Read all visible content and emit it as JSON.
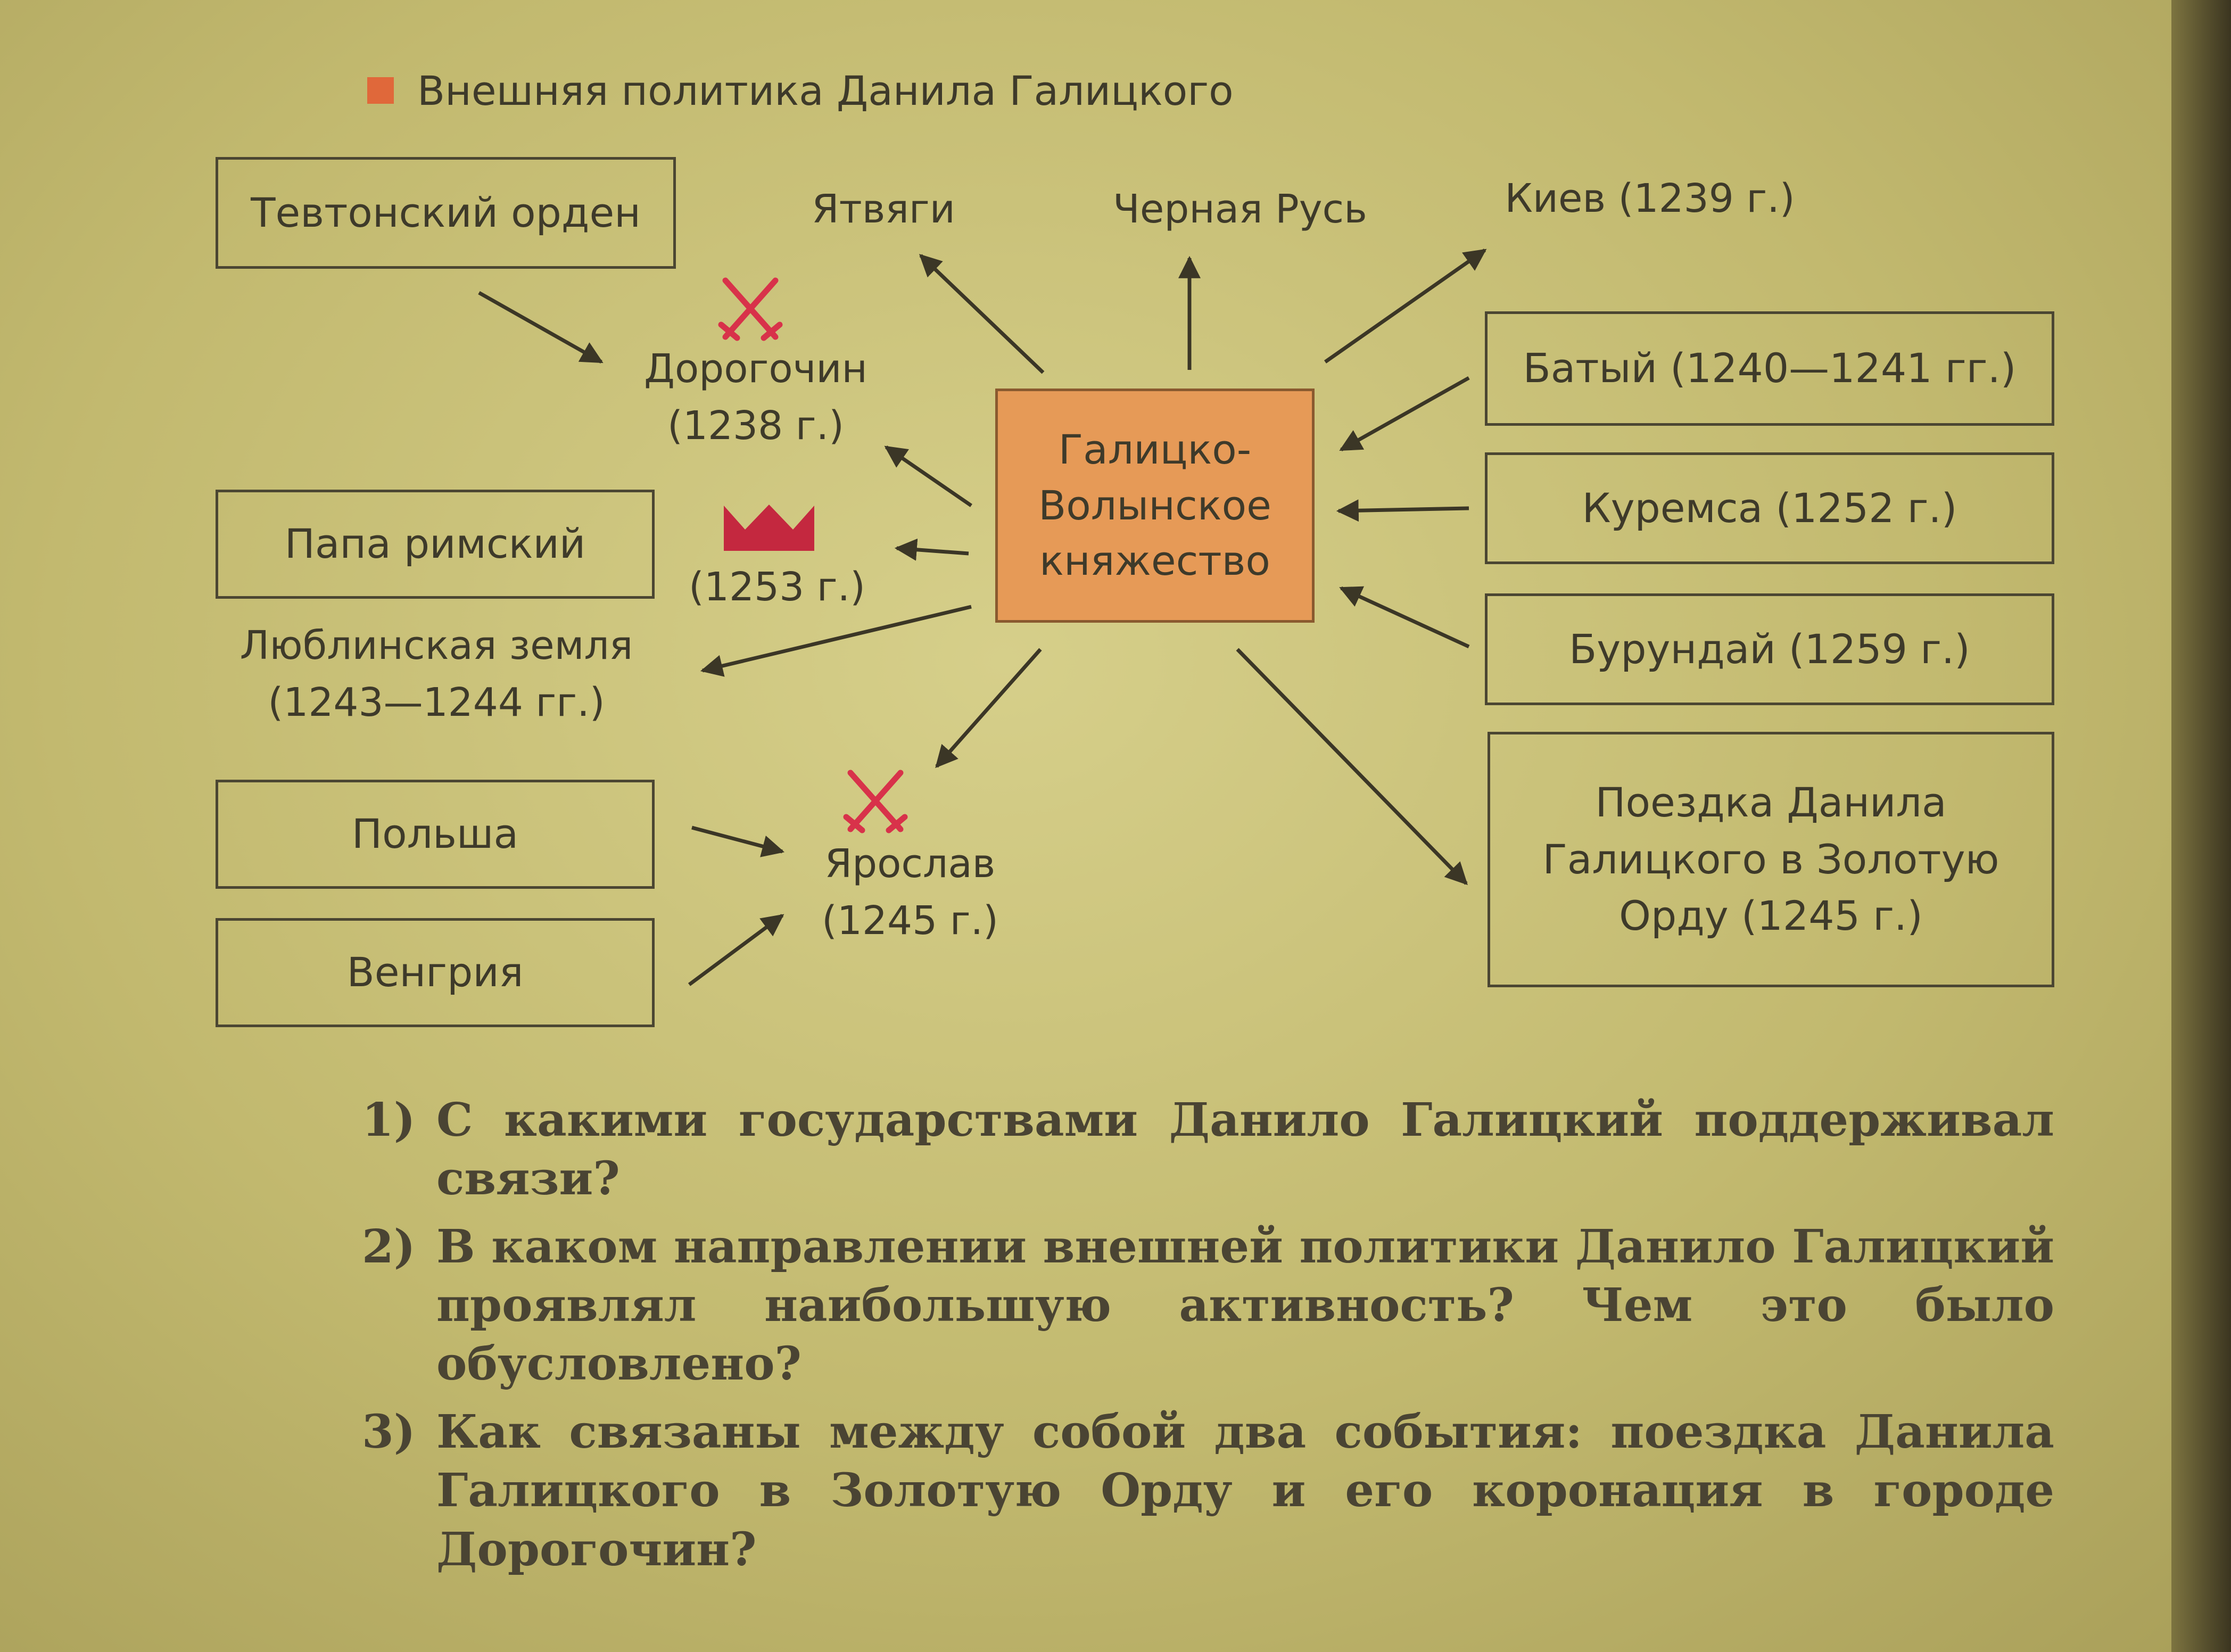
{
  "title": "Внешняя политика Данила Галицкого",
  "center": {
    "line1": "Галицко-",
    "line2": "Волынское",
    "line3": "княжество"
  },
  "boxes": {
    "teutonic": "Тевтонский орден",
    "pope": "Папа римский",
    "poland": "Польша",
    "hungary": "Венгрия",
    "batu": "Батый (1240—1241 гг.)",
    "kuremsa": "Куремса (1252 г.)",
    "burunday": "Бурундай (1259 г.)",
    "trip": {
      "line1": "Поездка Данила",
      "line2": "Галицкого в Золотую",
      "line3": "Орду (1245 г.)"
    }
  },
  "labels": {
    "yatvyagi": "Ятвяги",
    "black_rus": "Черная Русь",
    "kiev": "Киев (1239 г.)",
    "dorogochin": {
      "name": "Дорогочин",
      "year": "(1238 г.)"
    },
    "coronation": {
      "year": "(1253 г.)"
    },
    "lublin": {
      "name": "Люблинская земля",
      "years": "(1243—1244 гг.)"
    },
    "yaroslav": {
      "name": "Ярослав",
      "year": "(1245 г.)"
    }
  },
  "icons": {
    "battle": "crossed-swords-icon",
    "crown": "crown-icon",
    "battle_color": "#d8324a",
    "crown_color": "#c4283f",
    "accent": "#e0683a"
  },
  "questions": [
    {
      "num": "1)",
      "text": "С какими государствами Данило Галицкий поддерживал связи?"
    },
    {
      "num": "2)",
      "text": "В каком направлении внешней политики Данило Галицкий проявлял наибольшую активность? Чем это было обусловлено?"
    },
    {
      "num": "3)",
      "text": "Как связаны между собой два события: поездка Данила Галицкого в Золотую Орду и его коронация в городе Дорогочин?"
    }
  ]
}
